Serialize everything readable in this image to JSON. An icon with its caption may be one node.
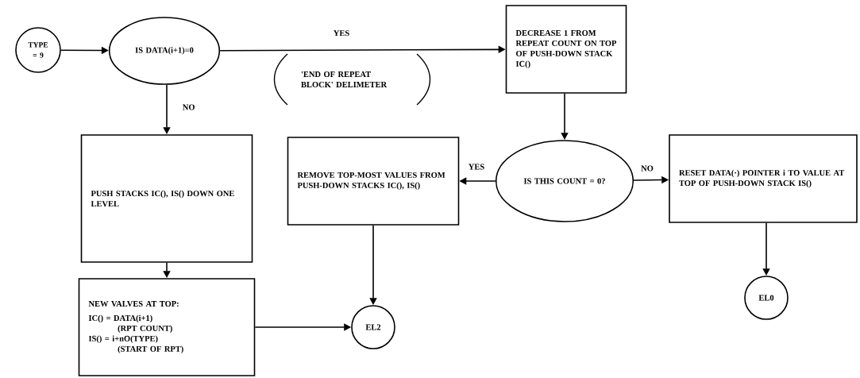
{
  "diagram": {
    "nodes": [
      {
        "text": [
          "TYPE = 9"
        ]
      },
      {
        "text": [
          "IS DATA(i+1)=0"
        ]
      },
      {
        "text": [
          "DECREASE 1 FROM REPEAT COUNT ON TOP OF PUSH-DOWN STACK IC()"
        ]
      },
      {
        "text": [
          "PUSH STACKS IC(), IS() DOWN ONE LEVEL"
        ]
      },
      {
        "text": [
          "REMOVE TOP-MOST VALUES FROM PUSH-DOWN STACKS IC(), IS()"
        ]
      },
      {
        "text": [
          "IS THIS COUNT = 0?"
        ]
      },
      {
        "text": [
          "RESET DATA(·) POINTER i TO VALUE AT TOP OF PUSH-DOWN STACK IS()"
        ]
      },
      {
        "text": [
          "NEW VALVES AT TOP:",
          "IC() = DATA(i+1)",
          "(RPT COUNT)",
          "IS() = i+nO(TYPE)",
          "(START OF RPT)"
        ]
      },
      {
        "text": [
          "EL2"
        ]
      },
      {
        "text": [
          "EL0"
        ]
      }
    ],
    "edges": [
      {
        "from": 0,
        "to": 1,
        "arrow": "to"
      },
      {
        "from": 1,
        "to": 2,
        "arrow": "to",
        "label": "YES"
      },
      {
        "from": 1,
        "to": 3,
        "arrow": "to",
        "label": "NO"
      },
      {
        "from": 2,
        "to": 5,
        "arrow": "to"
      },
      {
        "from": 5,
        "to": 4,
        "arrow": "to",
        "label": "YES"
      },
      {
        "from": 5,
        "to": 6,
        "arrow": "to",
        "label": "NO"
      },
      {
        "from": 3,
        "to": 7,
        "arrow": "to"
      },
      {
        "from": 4,
        "to": 8,
        "arrow": "to"
      },
      {
        "from": 7,
        "to": 8,
        "arrow": "to"
      },
      {
        "from": 6,
        "to": 9,
        "arrow": "to"
      }
    ],
    "labels": [
      "'END OF REPEAT BLOCK' DELIMETER"
    ]
  }
}
